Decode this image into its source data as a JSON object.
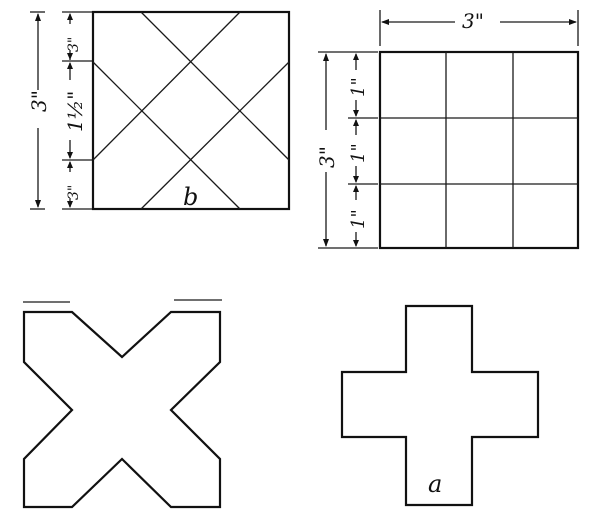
{
  "figure_b": {
    "dim_top": "3\"",
    "dim_mid": "1½\"",
    "dim_bottom": "3\"",
    "dim_overall": "3\"",
    "label": "b"
  },
  "figure_grid": {
    "dim_top": "3\"",
    "dim_left": "3\"",
    "row_dims": [
      "1\"",
      "1\"",
      "1\""
    ]
  },
  "figure_a": {
    "label": "a"
  }
}
